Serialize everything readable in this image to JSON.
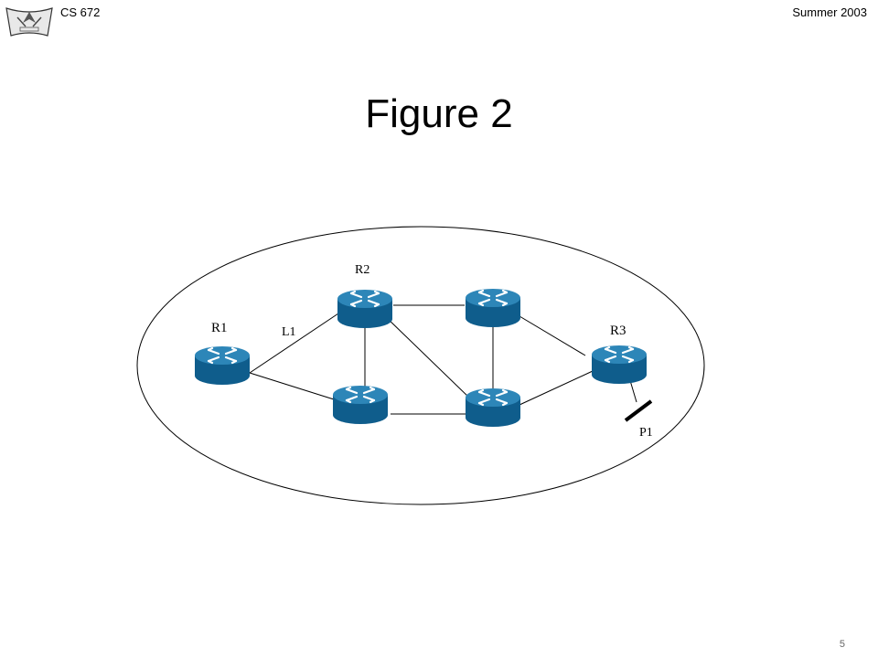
{
  "header": {
    "course": "CS 672",
    "term": "Summer 2003"
  },
  "title": "Figure 2",
  "labels": {
    "r1": "R1",
    "r2": "R2",
    "r3": "R3",
    "l1": "L1",
    "p1": "P1"
  },
  "page_number": "5",
  "colors": {
    "router_top": "#2d86b8",
    "router_side": "#0f5d8c",
    "link": "#000000"
  },
  "icons": [
    "university-logo-icon",
    "router-icon"
  ]
}
